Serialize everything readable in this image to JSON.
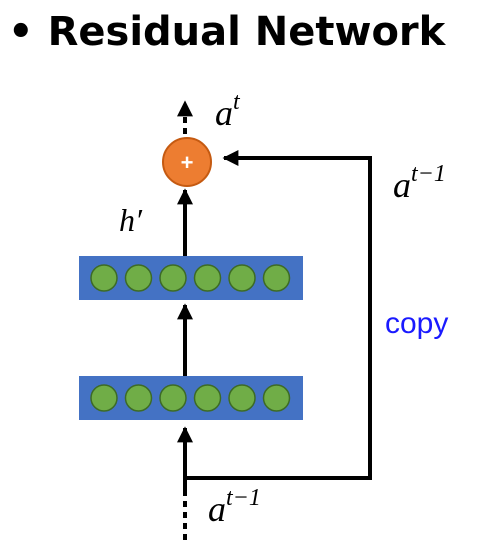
{
  "title": {
    "bullet": "•",
    "text": "Residual Network"
  },
  "labels": {
    "output": {
      "base": "a",
      "sup": "t"
    },
    "skip": {
      "base": "a",
      "sup": "t−1"
    },
    "input": {
      "base": "a",
      "sup": "t−1"
    },
    "hidden": "h′",
    "copy": "copy",
    "add": "+"
  },
  "layers": [
    {
      "name": "upper-layer",
      "neurons": 6
    },
    {
      "name": "lower-layer",
      "neurons": 6
    }
  ],
  "colors": {
    "layer_fill": "#4472c4",
    "neuron_fill": "#70ad47",
    "add_fill": "#ed7d31",
    "copy_text": "#1a1aff",
    "arrow": "#000000"
  }
}
